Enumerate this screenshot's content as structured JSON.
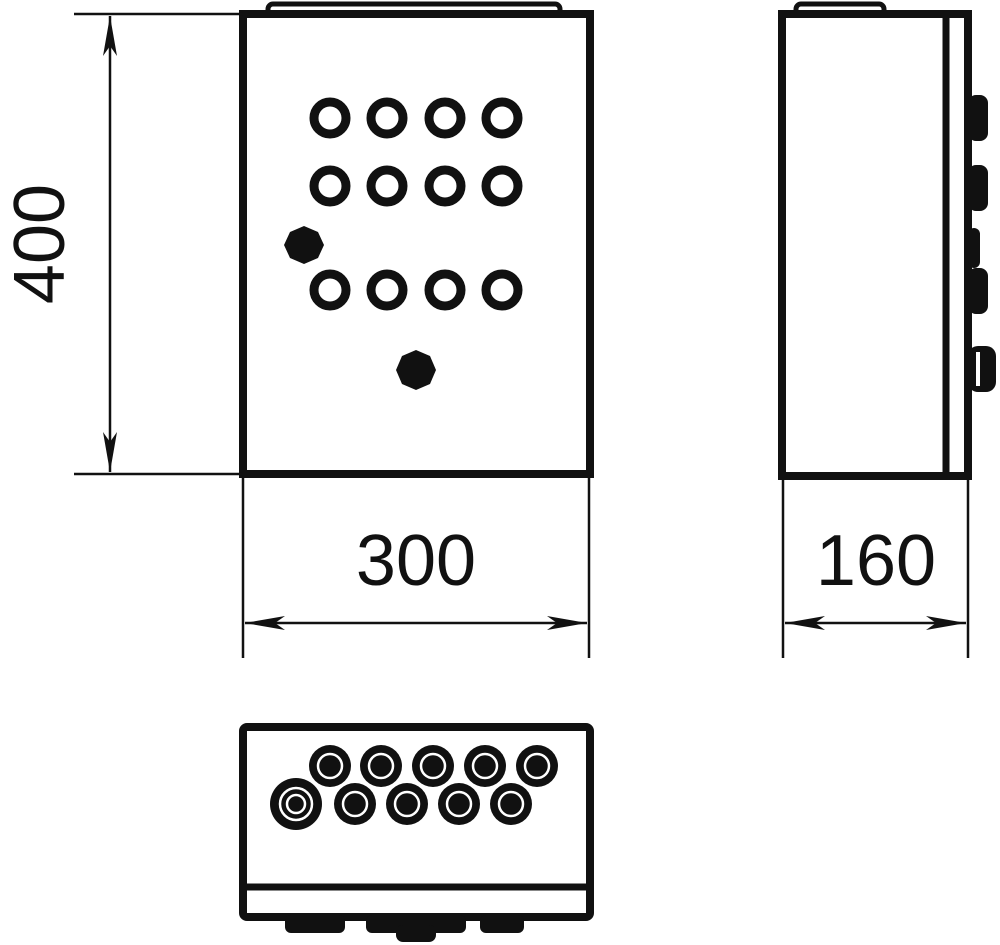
{
  "dimensions": {
    "height_label": "400",
    "width_label": "300",
    "depth_label": "160"
  },
  "colors": {
    "stroke": "#111111",
    "background": "#ffffff"
  }
}
